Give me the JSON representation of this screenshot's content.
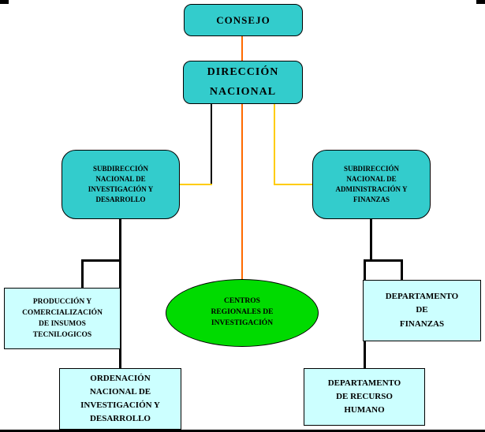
{
  "diagram": {
    "type": "org-chart",
    "language": "es",
    "nodes": {
      "consejo": "CONSEJO",
      "direccion_nacional": "DIRECCIÓN\nNACIONAL",
      "subdireccion_investigacion": "SUBDIRECCIÓN\nNACIONAL DE\nINVESTIGACIÓN Y\nDESARROLLO",
      "subdireccion_administracion": "SUBDIRECCIÓN\nNACIONAL DE\nADMINISTRACIÓN Y\nFINANZAS",
      "centros_regionales": "CENTROS\nREGIONALES DE\nINVESTIGACIÓN",
      "produccion_comercializacion": "PRODUCCIÓN Y\nCOMERCIALIZACIÓN\nDE INSUMOS\nTECNILOGICOS",
      "ordenacion_nacional": "ORDENACIÓN\nNACIONAL DE\nINVESTIGACIÓN Y\nDESARROLLO",
      "departamento_finanzas": "DEPARTAMENTO\nDE\nFINANZAS",
      "departamento_recurso_humano": "DEPARTAMENTO\nDE RECURSO\nHUMANO"
    },
    "edges": [
      {
        "from": "consejo",
        "to": "direccion_nacional",
        "color": "#FF6A00"
      },
      {
        "from": "direccion_nacional",
        "to": "subdireccion_investigacion",
        "color": "#000000/#FFCC00"
      },
      {
        "from": "direccion_nacional",
        "to": "subdireccion_administracion",
        "color": "#FFCC00"
      },
      {
        "from": "direccion_nacional",
        "to": "centros_regionales",
        "color": "#FF6A00"
      },
      {
        "from": "subdireccion_investigacion",
        "to": "produccion_comercializacion",
        "color": "#000000"
      },
      {
        "from": "subdireccion_investigacion",
        "to": "ordenacion_nacional",
        "color": "#000000"
      },
      {
        "from": "subdireccion_administracion",
        "to": "departamento_finanzas",
        "color": "#000000"
      },
      {
        "from": "subdireccion_administracion",
        "to": "departamento_recurso_humano",
        "color": "#000000"
      }
    ],
    "colors": {
      "node_teal": "#33CCCC",
      "node_light_cyan": "#CCFFFF",
      "node_green": "#00DB00",
      "connector_orange": "#FF6A00",
      "connector_yellow": "#FFCC00",
      "connector_black": "#000000",
      "background": "#FFFFFF",
      "text": "#000000"
    }
  }
}
